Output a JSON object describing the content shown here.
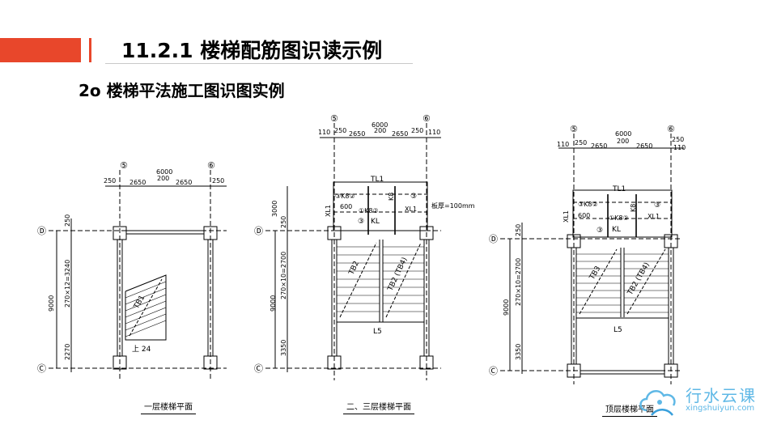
{
  "header": {
    "title": "11.2.1  楼梯配筋图识读示例",
    "subtitle": "2o 楼梯平法施工图识图实例",
    "accent_color": "#e8472b"
  },
  "plan1": {
    "caption": "一层楼梯平面",
    "axis_left": "⑤",
    "axis_right": "⑥",
    "axis_top": "Ⓓ",
    "axis_bottom": "Ⓒ",
    "dim_total": "6000",
    "dim_edge_left": "250",
    "dim_seg1": "2650",
    "dim_mid": "200",
    "dim_seg2": "2650",
    "dim_edge_right": "250",
    "dim_vertical": "9000",
    "dim_v1": "250",
    "dim_v2": "270×12=3240",
    "dim_v3": "2270",
    "flight_label": "TB1",
    "note_up": "上 24"
  },
  "plan2": {
    "caption": "二、三层楼梯平面",
    "axis_left": "⑤",
    "axis_right": "⑥",
    "axis_top": "Ⓓ",
    "axis_bottom": "Ⓒ",
    "dim_total": "6000",
    "dim_outer_left": "110",
    "dim_edge_left": "250",
    "dim_seg1": "2650",
    "dim_mid": "200",
    "dim_seg2": "2650",
    "dim_edge_right": "250",
    "dim_outer_right": "110",
    "dim_top": "3000",
    "dim_vertical": "9000",
    "dim_v1": "250",
    "dim_v2": "270×10=2700",
    "dim_v3": "3350",
    "beam_tl": "TL1",
    "beam_kl": "KL",
    "beam_xl_left": "XL1",
    "beam_xl_right": "XL1",
    "rebar_k8_a": "③K8②",
    "rebar_k8_b": "①K8②",
    "rebar_k8_c": "K8",
    "rebar_no_3a": "③",
    "rebar_no_3b": "③",
    "dim_600": "600",
    "slab_note": "板厚=100mm",
    "flight_left": "TB2",
    "flight_right": "TB2 (TB4)",
    "beam_l5": "L5"
  },
  "plan3": {
    "caption": "顶层楼梯平面",
    "axis_left": "⑤",
    "axis_right": "⑥",
    "axis_top": "Ⓓ",
    "axis_bottom": "Ⓒ",
    "dim_total": "6000",
    "dim_outer_left": "110",
    "dim_edge_left": "250",
    "dim_seg1": "2650",
    "dim_mid": "200",
    "dim_seg2": "2650",
    "dim_edge_right": "250",
    "dim_outer_right": "110",
    "dim_vertical": "9000",
    "dim_v1": "250",
    "dim_v2": "270×10=2700",
    "dim_v3": "3350",
    "beam_tl": "TL1",
    "beam_kl": "KL",
    "beam_xl_left": "XL1",
    "beam_xl_right": "XL1",
    "rebar_k8_a": "③K8②",
    "rebar_k8_b": "①K8②",
    "rebar_k8_c": "K8",
    "rebar_no_3a": "③",
    "rebar_no_3b": "③",
    "dim_600": "600",
    "flight_left": "TB3",
    "flight_right": "TB2 (TB4)",
    "beam_l5": "L5"
  },
  "watermark": {
    "name": "行水云课",
    "url": "xingshuiyun.com",
    "color": "#5fb8e6",
    "icon": "cloud-water-icon"
  }
}
